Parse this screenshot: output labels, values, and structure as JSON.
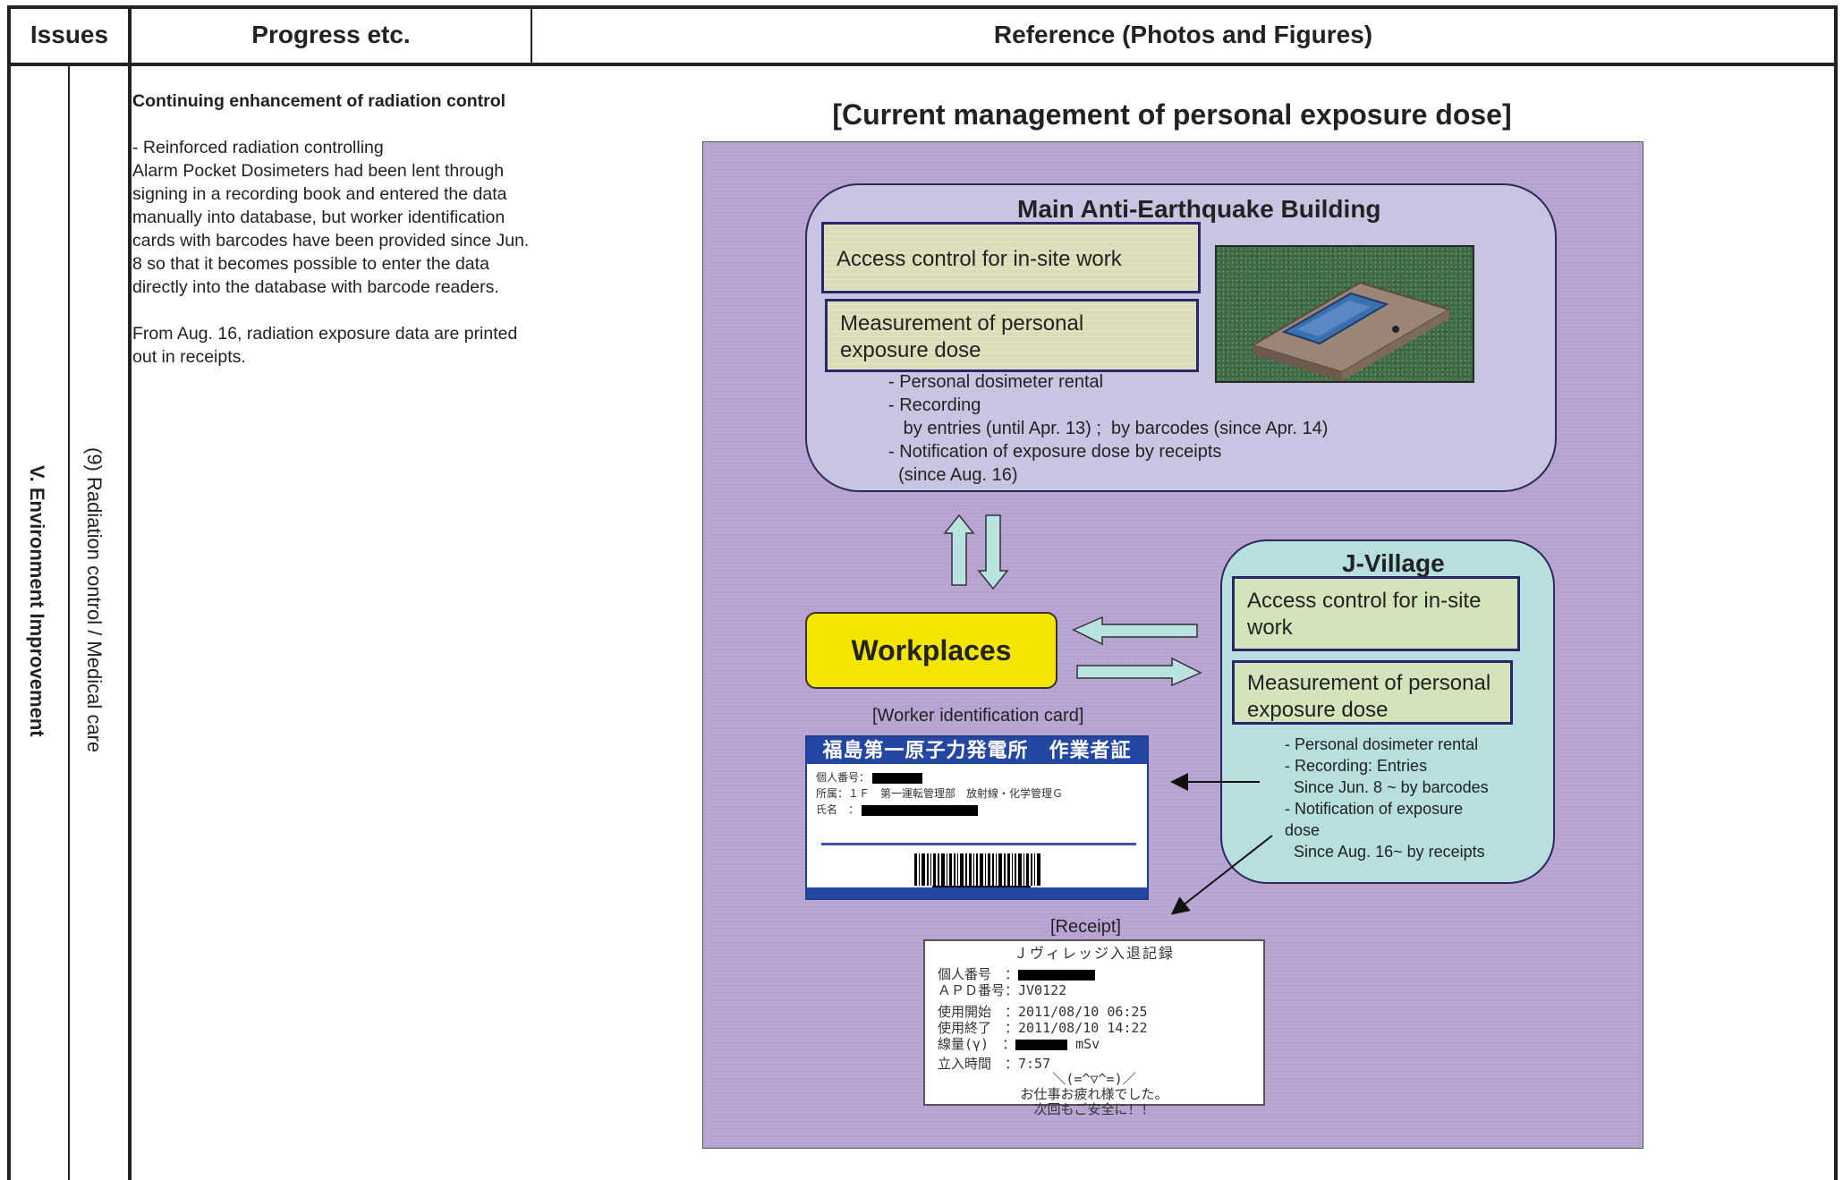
{
  "header": {
    "issues": "Issues",
    "progress": "Progress etc.",
    "reference": "Reference (Photos and Figures)"
  },
  "issue": {
    "category": "V. Environment Improvement",
    "subcategory": "(9) Radiation control / Medical care"
  },
  "progress": {
    "title": "Continuing enhancement of radiation control",
    "paragraph1": "- Reinforced radiation controlling\nAlarm Pocket Dosimeters had been lent through signing in a recording book and entered the data manually into database, but worker identification cards with barcodes have been provided since Jun. 8 so that it becomes possible to enter the data directly into the database with barcode readers.",
    "paragraph2": "From Aug. 16, radiation exposure data are printed out in receipts."
  },
  "diagram": {
    "title": "[Current management of personal exposure dose]",
    "main_building": {
      "title": "Main Anti-Earthquake Building",
      "access_box": "Access control for in-site work",
      "measurement_box": "Measurement of personal exposure dose",
      "bullets": "- Personal dosimeter rental\n- Recording\n   by entries (until Apr. 13) ;  by barcodes (since Apr. 14)\n- Notification of exposure dose by receipts\n  (since Aug. 16)"
    },
    "jvillage": {
      "title": "J-Village",
      "access_box": "Access control for in-site work",
      "measurement_box": "Measurement of personal  exposure dose",
      "bullets": "- Personal dosimeter rental\n- Recording: Entries\n  Since Jun. 8 ~ by barcodes\n- Notification of exposure\ndose\n  Since Aug. 16~ by receipts"
    },
    "workplaces": "Workplaces",
    "card_caption": "[Worker identification card]",
    "receipt_caption": "[Receipt]",
    "card": {
      "header": "福島第一原子力発電所　作業者証",
      "row1": "個人番号：",
      "row2": "所属：１Ｆ　第一運転管理部　放射線・化学管理Ｇ",
      "row3": "氏名　："
    },
    "receipt": {
      "header": "Ｊヴィレッジ入退記録",
      "row1": "個人番号　：",
      "row2": "ＡＰＤ番号：JV0122",
      "row3": "使用開始　：2011/08/10 06:25",
      "row4": "使用終了　：2011/08/10 14:22",
      "row5_label": "線量(γ)　：",
      "row5_unit": "mSv",
      "row6": "立入時間　：7:57",
      "face": "＼(=^▽^=)／",
      "footer1": "お仕事お疲れ様でした。",
      "footer2": "次回もご安全に！！"
    },
    "colors": {
      "panel": "#b5a0cf",
      "workplaces": "#f5e600",
      "main_building": "#c8c5e3",
      "jvillage": "#b8dfe0",
      "card_header": "#2447a3",
      "arrow_fill": "#b9e3e0"
    }
  }
}
